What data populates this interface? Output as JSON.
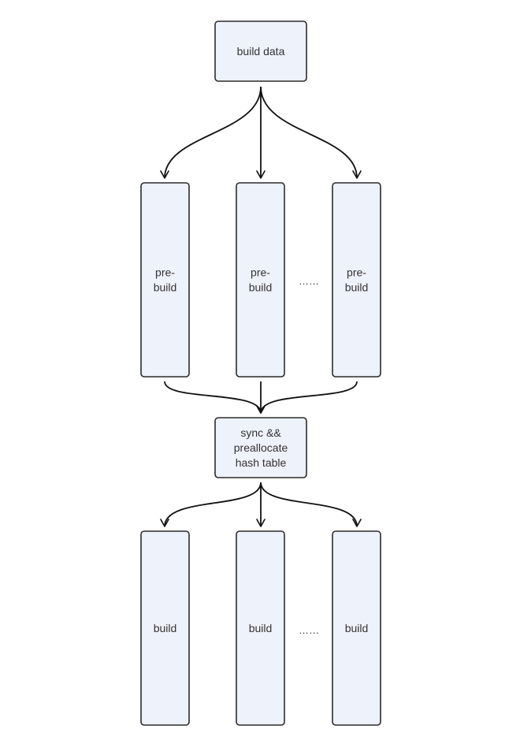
{
  "diagram": {
    "colors": {
      "node_fill": "#eef2fb",
      "node_stroke": "#2b2b2b",
      "edge": "#111111",
      "text": "#333333"
    },
    "nodes": {
      "build_data": {
        "lines": [
          "build data"
        ]
      },
      "prebuild_1": {
        "lines": [
          "pre-",
          "build"
        ]
      },
      "prebuild_2": {
        "lines": [
          "pre-",
          "build"
        ]
      },
      "prebuild_3": {
        "lines": [
          "pre-",
          "build"
        ]
      },
      "sync": {
        "lines": [
          "sync &&",
          "preallocate",
          "hash table"
        ]
      },
      "build_1": {
        "lines": [
          "build"
        ]
      },
      "build_2": {
        "lines": [
          "build"
        ]
      },
      "build_3": {
        "lines": [
          "build"
        ]
      }
    },
    "ellipsis_prebuild": "……",
    "ellipsis_build": "……",
    "edges": [
      {
        "from": "build_data",
        "to": "prebuild_1"
      },
      {
        "from": "build_data",
        "to": "prebuild_2"
      },
      {
        "from": "build_data",
        "to": "prebuild_3"
      },
      {
        "from": "prebuild_1",
        "to": "sync"
      },
      {
        "from": "prebuild_2",
        "to": "sync"
      },
      {
        "from": "prebuild_3",
        "to": "sync"
      },
      {
        "from": "sync",
        "to": "build_1"
      },
      {
        "from": "sync",
        "to": "build_2"
      },
      {
        "from": "sync",
        "to": "build_3"
      }
    ]
  }
}
